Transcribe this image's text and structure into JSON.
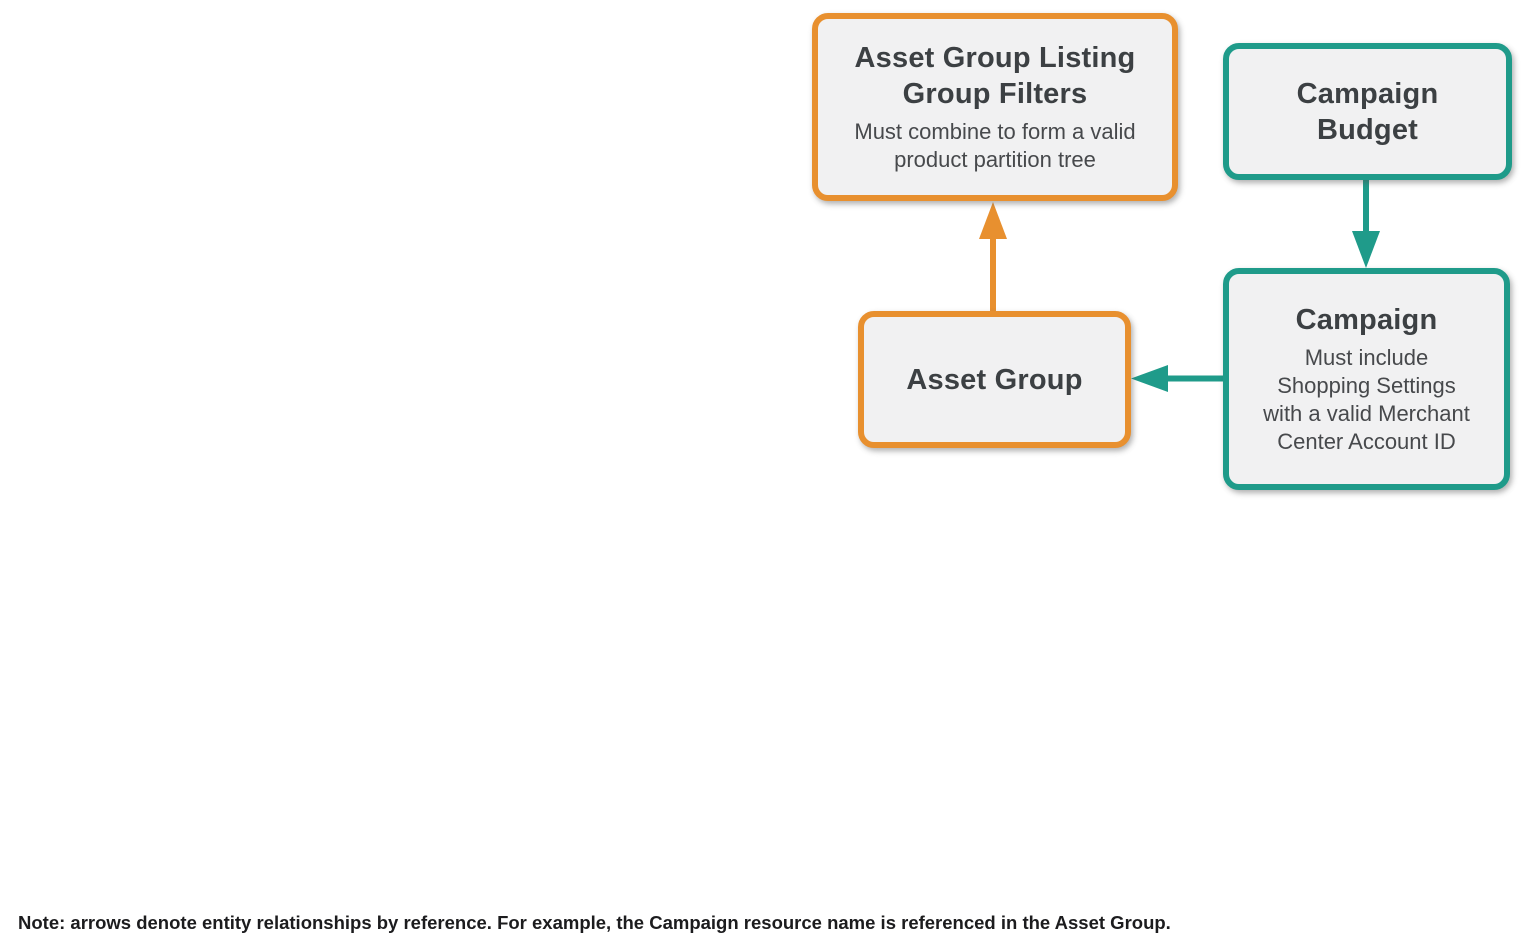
{
  "diagram": {
    "nodes": {
      "listing_filters": {
        "title": "Asset Group Listing\nGroup Filters",
        "subtitle": "Must combine to form a valid\nproduct partition tree",
        "accent": "orange"
      },
      "campaign_budget": {
        "title": "Campaign\nBudget",
        "accent": "teal"
      },
      "asset_group": {
        "title": "Asset Group",
        "accent": "orange"
      },
      "campaign": {
        "title": "Campaign",
        "subtitle": "Must include\nShopping Settings\nwith a valid Merchant\nCenter Account ID",
        "accent": "teal"
      }
    },
    "arrows": [
      {
        "name": "asset-group-to-listing-filters",
        "color": "orange",
        "direction": "up"
      },
      {
        "name": "campaign-budget-to-campaign",
        "color": "teal",
        "direction": "down"
      },
      {
        "name": "campaign-to-asset-group",
        "color": "teal",
        "direction": "left"
      }
    ]
  },
  "note": "Note: arrows denote entity relationships by reference. For example, the Campaign resource name is referenced in the Asset Group.",
  "colors": {
    "orange": "#E8902F",
    "teal": "#1F9B8A",
    "node-fill": "#F1F1F2",
    "title-text": "#3C4043",
    "subtitle-text": "#47494C",
    "note-text": "#1C1C1E"
  }
}
